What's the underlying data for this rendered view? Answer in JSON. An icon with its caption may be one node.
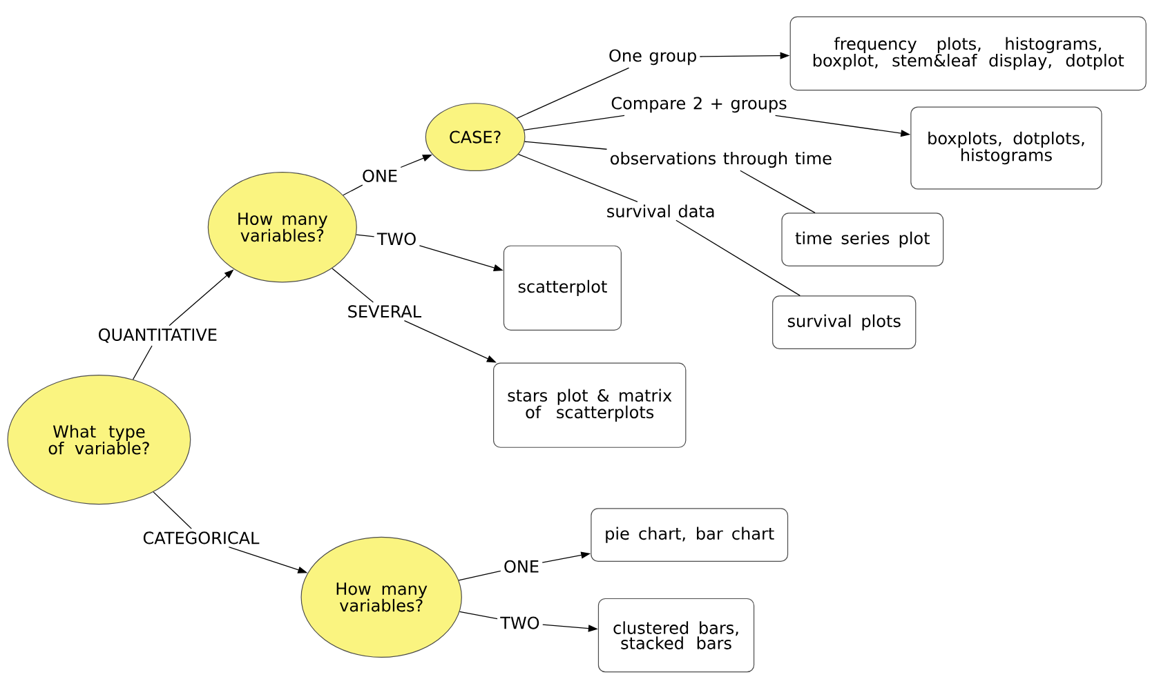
{
  "diagram": {
    "nodes": [
      {
        "text": [
          "What type of variable?"
        ]
      },
      {
        "text": [
          "QUANTITATIVE"
        ]
      },
      {
        "text": [
          "How many variables?"
        ]
      },
      {
        "text": [
          "ONE"
        ]
      },
      {
        "text": [
          "CASE?"
        ]
      },
      {
        "text": [
          "One group"
        ]
      },
      {
        "text": [
          "frequency plots, histograms, boxplot, stem&leaf display, dotplot"
        ]
      },
      {
        "text": [
          "Compare 2 + groups"
        ]
      },
      {
        "text": [
          "boxplots, dotplots, histograms"
        ]
      },
      {
        "text": [
          "observations through time"
        ]
      },
      {
        "text": [
          "time series plot"
        ]
      },
      {
        "text": [
          "survival data"
        ]
      },
      {
        "text": [
          "survival plots"
        ]
      },
      {
        "text": [
          "TWO"
        ]
      },
      {
        "text": [
          "scatterplot"
        ]
      },
      {
        "text": [
          "SEVERAL"
        ]
      },
      {
        "text": [
          "stars plot & matrix of scatterplots"
        ]
      },
      {
        "text": [
          "CATEGORICAL"
        ]
      },
      {
        "text": [
          "How many variables?"
        ]
      },
      {
        "text": [
          "ONE"
        ]
      },
      {
        "text": [
          "pie chart, bar chart"
        ]
      },
      {
        "text": [
          "TWO"
        ]
      },
      {
        "text": [
          "clustered bars, stacked bars"
        ]
      }
    ],
    "edges": [
      {
        "from": 0,
        "to": 1,
        "arrow": "none"
      },
      {
        "from": 1,
        "to": 2,
        "arrow": "to"
      },
      {
        "from": 2,
        "to": 3,
        "arrow": "none"
      },
      {
        "from": 3,
        "to": 4,
        "arrow": "to"
      },
      {
        "from": 4,
        "to": 5,
        "arrow": "none"
      },
      {
        "from": 5,
        "to": 6,
        "arrow": "to"
      },
      {
        "from": 4,
        "to": 7,
        "arrow": "none"
      },
      {
        "from": 7,
        "to": 8,
        "arrow": "to"
      },
      {
        "from": 4,
        "to": 9,
        "arrow": "none"
      },
      {
        "from": 9,
        "to": 10,
        "arrow": "none"
      },
      {
        "from": 4,
        "to": 11,
        "arrow": "none"
      },
      {
        "from": 11,
        "to": 12,
        "arrow": "none"
      },
      {
        "from": 2,
        "to": 13,
        "arrow": "none"
      },
      {
        "from": 13,
        "to": 14,
        "arrow": "to"
      },
      {
        "from": 2,
        "to": 15,
        "arrow": "none"
      },
      {
        "from": 15,
        "to": 16,
        "arrow": "to"
      },
      {
        "from": 0,
        "to": 17,
        "arrow": "none"
      },
      {
        "from": 17,
        "to": 18,
        "arrow": "to"
      },
      {
        "from": 18,
        "to": 19,
        "arrow": "none"
      },
      {
        "from": 19,
        "to": 20,
        "arrow": "to"
      },
      {
        "from": 18,
        "to": 21,
        "arrow": "none"
      },
      {
        "from": 21,
        "to": 22,
        "arrow": "to"
      }
    ]
  }
}
